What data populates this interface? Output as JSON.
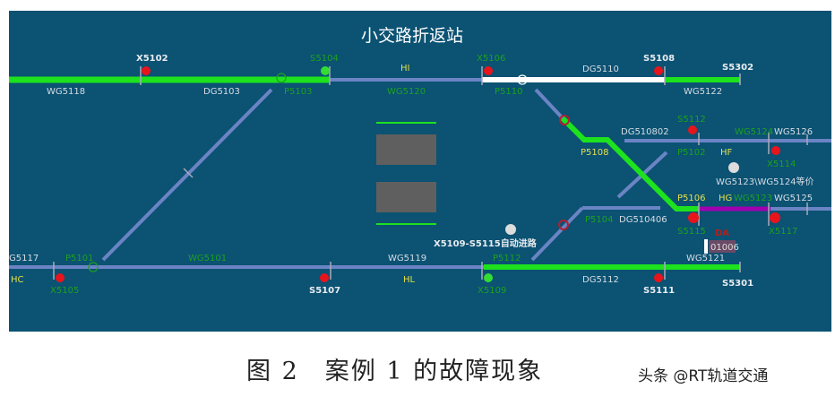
{
  "title": "小交路折返站",
  "tracks": {
    "WG5118": "WG5118",
    "DG5103": "DG5103",
    "WG5120": "WG5120",
    "DG5110": "DG5110",
    "WG5122": "WG5122",
    "DG510802": "DG510802",
    "WG5124": "WG5124",
    "WG5126": "WG5126",
    "WG5123": "WG5123",
    "WG5125": "WG5125",
    "DG510406": "DG510406",
    "G5117": "G5117",
    "WG5101": "WG5101",
    "WG5119": "WG5119",
    "DG5112": "DG5112",
    "WG5121": "WG5121"
  },
  "signals": {
    "X5102": "X5102",
    "S5104": "S5104",
    "X5106": "X5106",
    "S5108": "S5108",
    "S5302": "S5302",
    "S5112": "S5112",
    "X5114": "X5114",
    "S5115": "S5115",
    "X5117": "X5117",
    "X5105": "X5105",
    "S5107": "S5107",
    "X5109": "X5109",
    "S5111": "S5111",
    "S5301": "S5301"
  },
  "switches": {
    "P5103": "P5103",
    "P5110": "P5110",
    "P5108": "P5108",
    "P5102": "P5102",
    "P5106": "P5106",
    "P5104": "P5104",
    "P5101": "P5101",
    "P5112": "P5112"
  },
  "zones": {
    "HI": "HI",
    "HF": "HF",
    "HG": "HG",
    "HC": "HC",
    "HL": "HL",
    "DA": "DA"
  },
  "train_id": "01006",
  "annotations": {
    "equiv": "WG5123\\WG5124等价",
    "auto_route": "X5109-S5115自动进路"
  },
  "caption": "图 2　案例 1 的故障现象",
  "watermark": "头条 @RT轨道交通",
  "colors": {
    "background": "#0b5273",
    "track_idle": "#6b84c4",
    "route_locked": "#1de21d",
    "occupied_fault": "#a000b0",
    "unlocked_white": "#ffffff",
    "signal_red": "#e8141c",
    "signal_green": "#33dd33"
  }
}
